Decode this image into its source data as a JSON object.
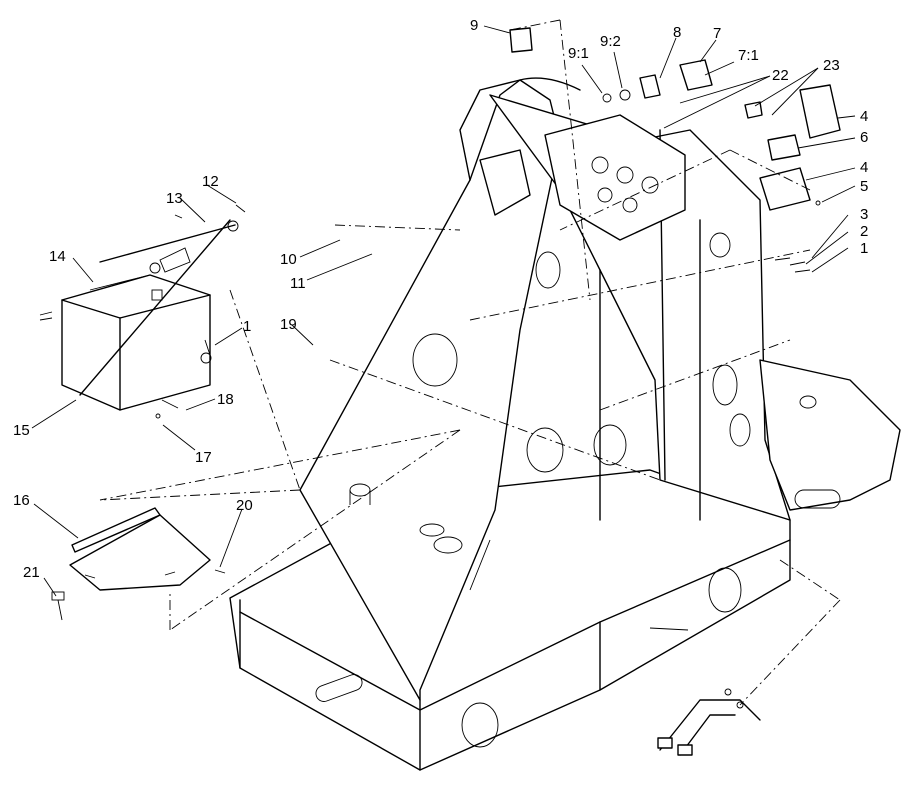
{
  "callouts": [
    {
      "id": "c1a",
      "text": "1"
    },
    {
      "id": "c1b",
      "text": "1"
    },
    {
      "id": "c2",
      "text": "2"
    },
    {
      "id": "c3",
      "text": "3"
    },
    {
      "id": "c4a",
      "text": "4"
    },
    {
      "id": "c4b",
      "text": "4"
    },
    {
      "id": "c5",
      "text": "5"
    },
    {
      "id": "c6",
      "text": "6"
    },
    {
      "id": "c7",
      "text": "7"
    },
    {
      "id": "c71",
      "text": "7:1"
    },
    {
      "id": "c8",
      "text": "8"
    },
    {
      "id": "c9",
      "text": "9"
    },
    {
      "id": "c91",
      "text": "9:1"
    },
    {
      "id": "c92",
      "text": "9:2"
    },
    {
      "id": "c10",
      "text": "10"
    },
    {
      "id": "c11",
      "text": "11"
    },
    {
      "id": "c12",
      "text": "12"
    },
    {
      "id": "c13",
      "text": "13"
    },
    {
      "id": "c14",
      "text": "14"
    },
    {
      "id": "c15",
      "text": "15"
    },
    {
      "id": "c16",
      "text": "16"
    },
    {
      "id": "c17",
      "text": "17"
    },
    {
      "id": "c18",
      "text": "18"
    },
    {
      "id": "c19",
      "text": "19"
    },
    {
      "id": "c20",
      "text": "20"
    },
    {
      "id": "c21",
      "text": "21"
    },
    {
      "id": "c22",
      "text": "22"
    },
    {
      "id": "c23",
      "text": "23"
    }
  ]
}
